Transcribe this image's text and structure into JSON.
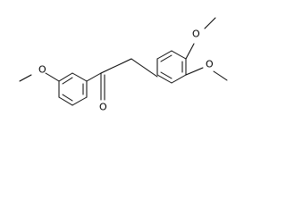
{
  "molecule": {
    "atoms": {
      "ketone_oxygen": "O",
      "methoxy_oxygen_left": "O",
      "methoxy_oxygen_3": "O",
      "methoxy_oxygen_4": "O"
    },
    "colors": {
      "line": "#000000",
      "background": "#ffffff"
    }
  }
}
